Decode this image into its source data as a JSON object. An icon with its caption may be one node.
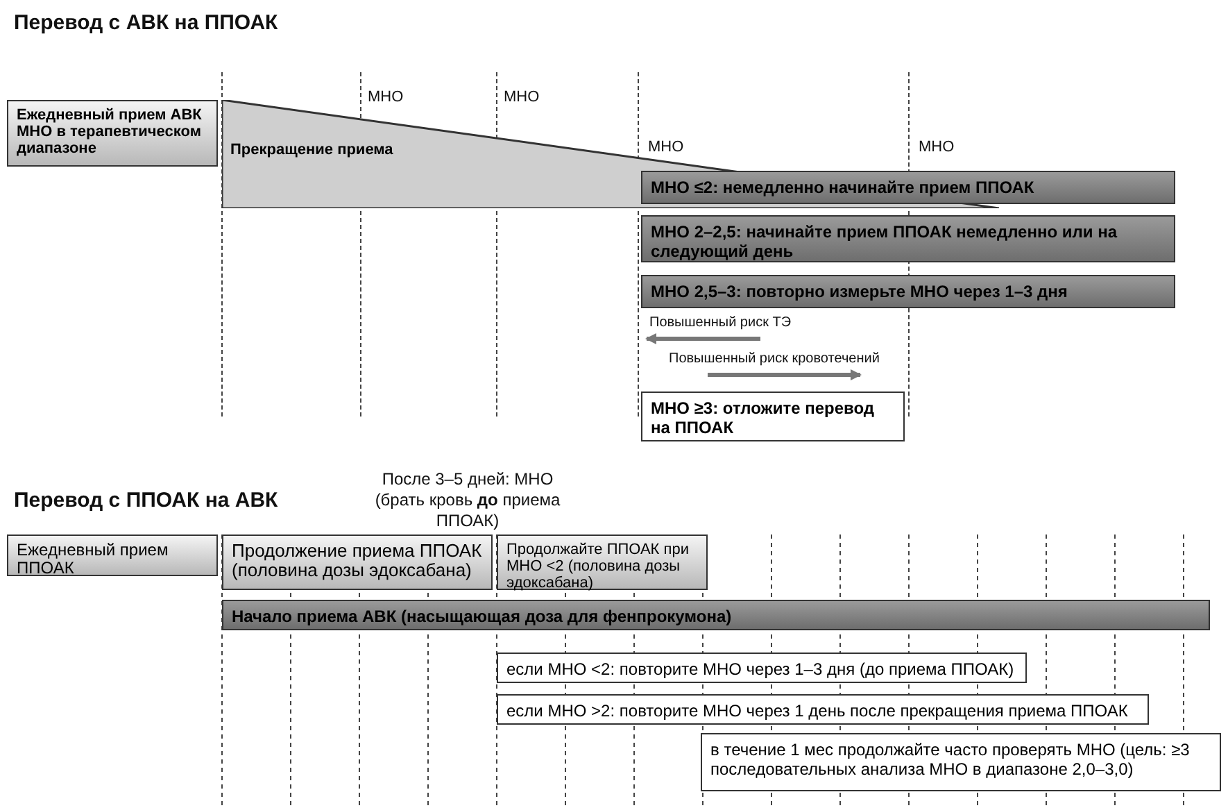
{
  "diagram": {
    "nodes": [
      {
        "text": [
          "Ежедневный прием АВК МНО в терапевтическом диапазоне"
        ]
      },
      {
        "text": [
          "Прекращение приема"
        ]
      },
      {
        "text": [
          "МНО ≤2: немедленно начинайте прием ППОАК"
        ]
      },
      {
        "text": [
          "МНО 2–2,5: начинайте прием ППОАК немедленно или на следующий день"
        ]
      },
      {
        "text": [
          "МНО 2,5–3: повторно измерьте МНО через 1–3 дня"
        ]
      },
      {
        "text": [
          "МНО ≥3: отложите перевод на ППОАК"
        ]
      },
      {
        "text": [
          "Ежедневный прием ППОАК"
        ]
      },
      {
        "text": [
          "Продолжение приема ППОАК (половина дозы эдоксабана)"
        ]
      },
      {
        "text": [
          "Продолжайте ППОАК при МНО <2 (половина дозы эдоксабана)"
        ]
      },
      {
        "text": [
          "Начало приема АВК (насыщающая доза для фенпрокумона)"
        ]
      },
      {
        "text": [
          "если МНО <2: повторите МНО через 1–3 дня (до приема ППОАК)"
        ]
      },
      {
        "text": [
          "если МНО >2: повторите МНО через 1 день после прекращения приема ППОАК"
        ]
      },
      {
        "text": [
          "в течение 1 мес продолжайте часто проверять МНО (цель: ≥3 последовательных анализа МНО в диапазоне 2,0–3,0)"
        ]
      }
    ],
    "labels": [
      "Перевод с АВК на ППОАК",
      "МНО",
      "МНО",
      "МНО",
      "МНО",
      "Повышенный риск ТЭ",
      "Повышенный риск кровотечений",
      "Перевод с ППОАК на АВК",
      "После 3–5 дней: МНО (брать кровь **до** приема ППОАК)"
    ]
  }
}
